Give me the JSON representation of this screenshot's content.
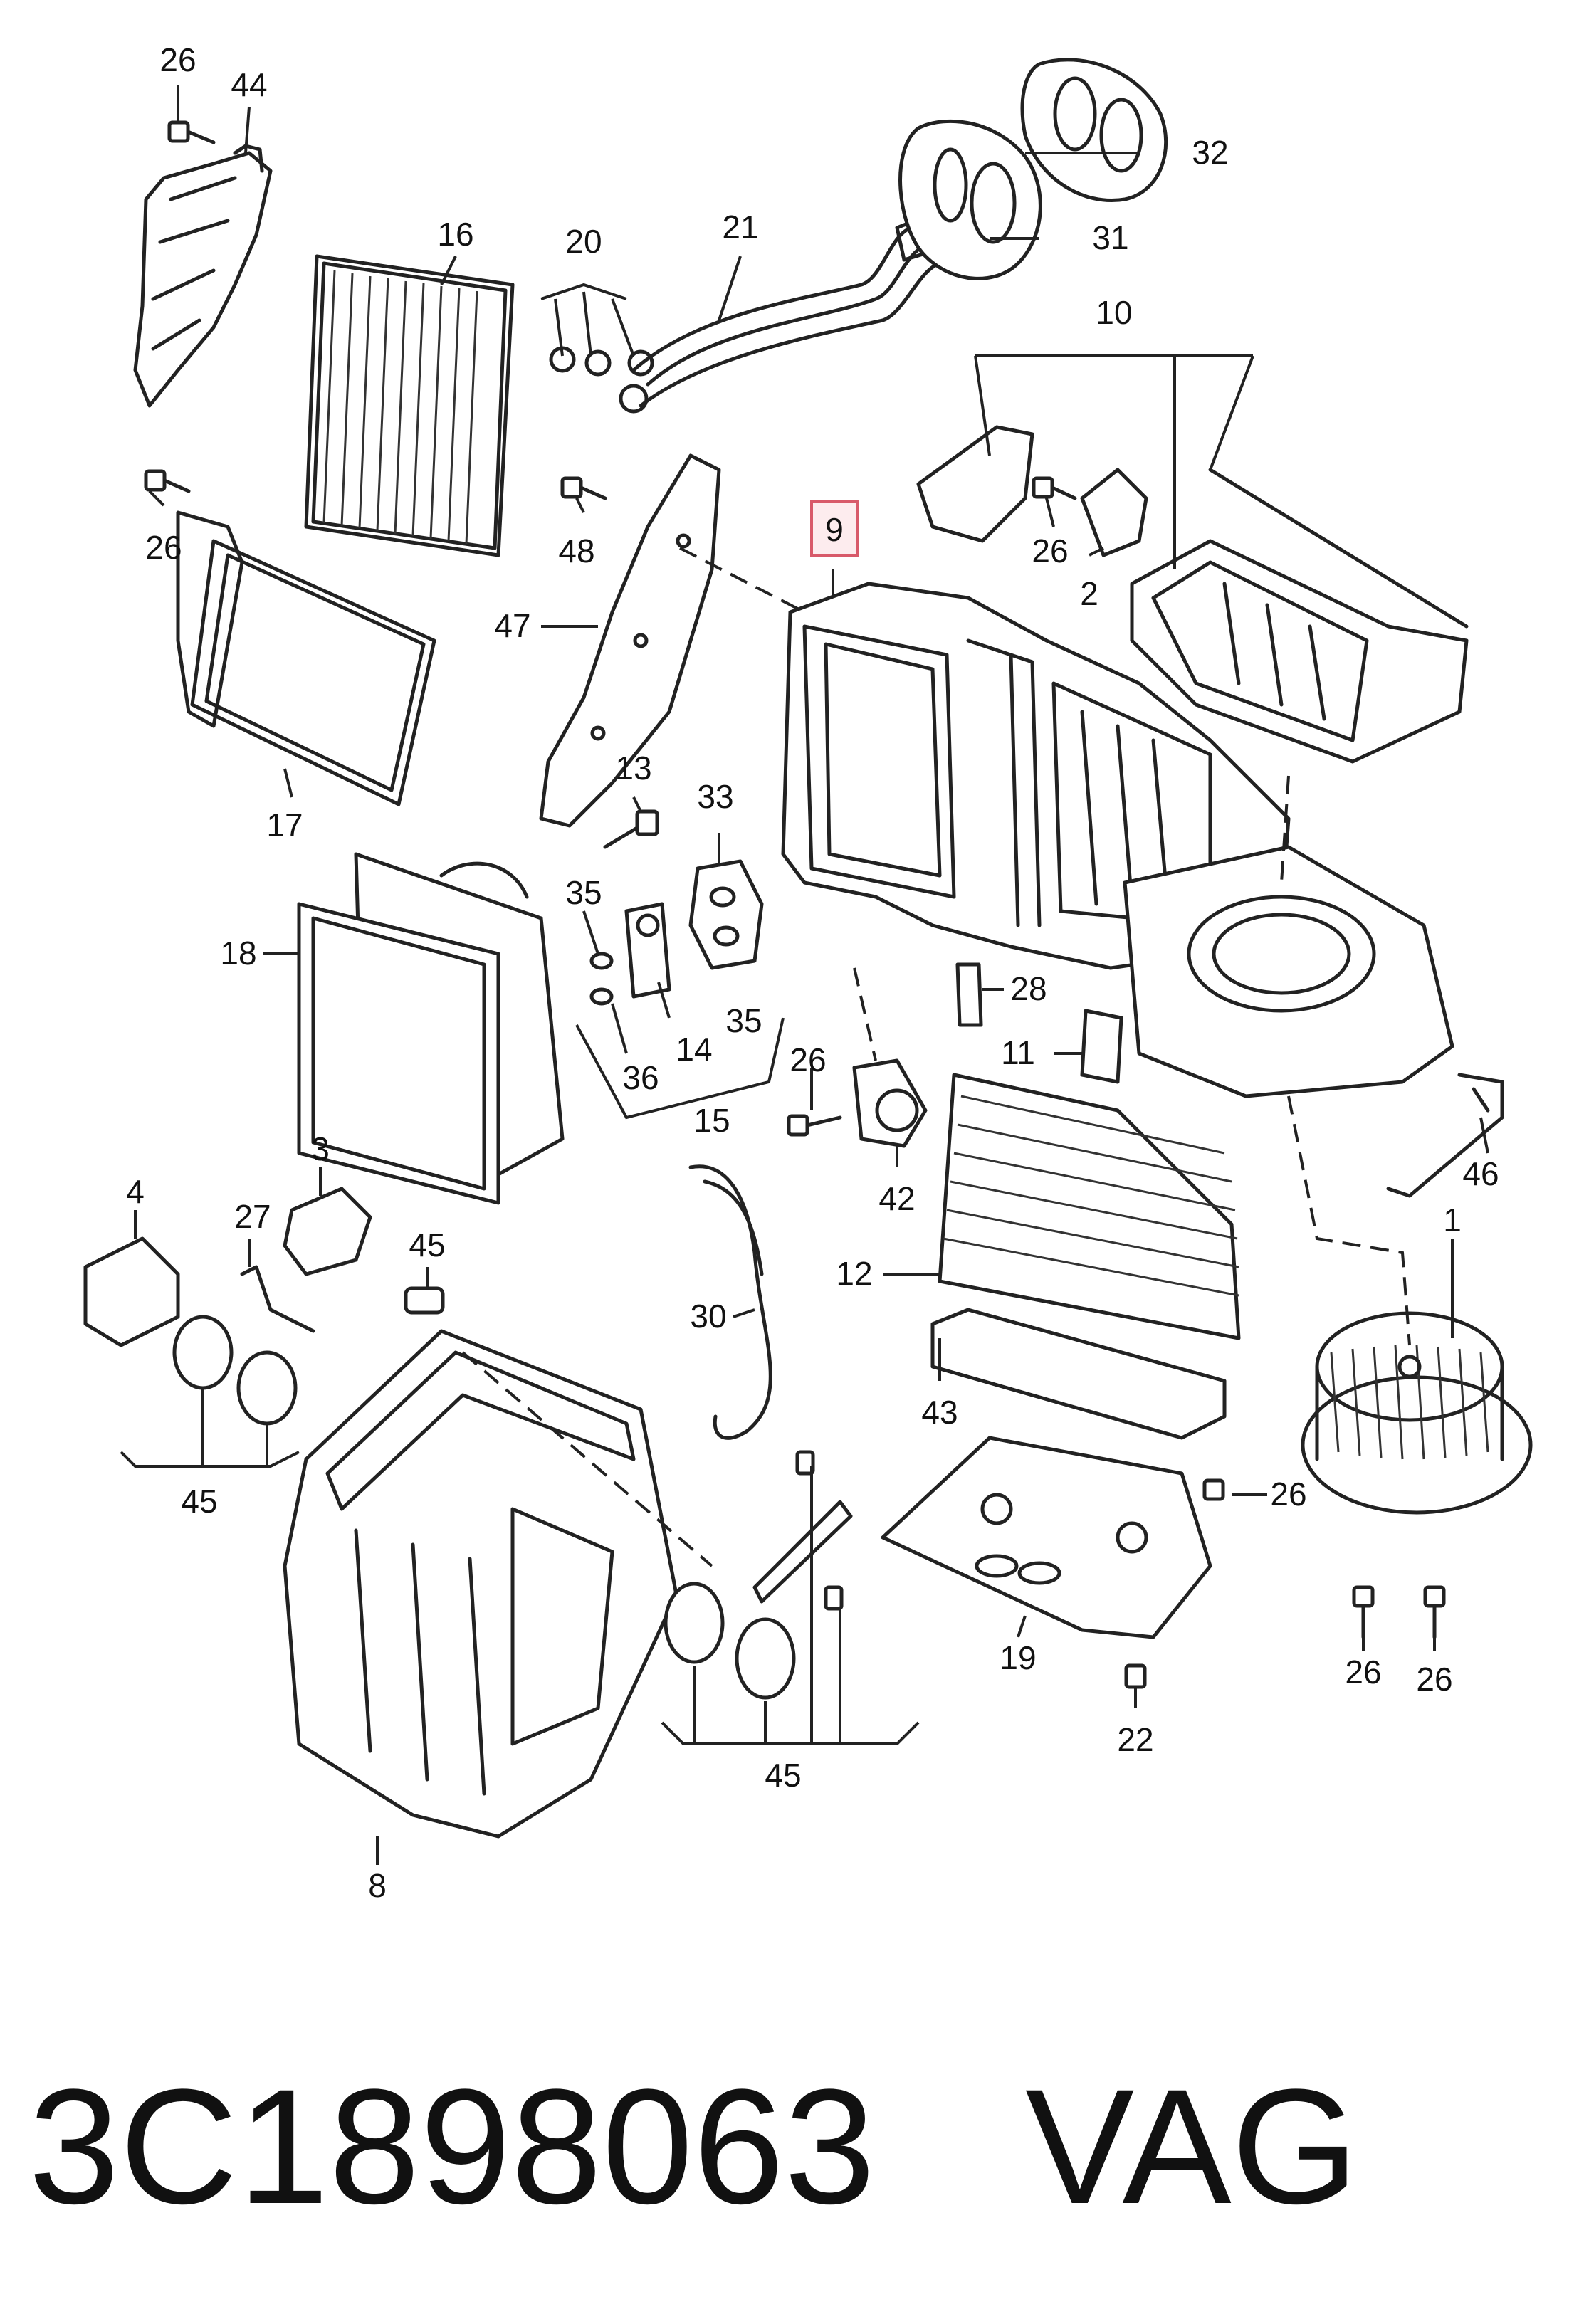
{
  "callouts": {
    "c1": "1",
    "c2": "2",
    "c3": "3",
    "c4": "4",
    "c8": "8",
    "c9": "9",
    "c10": "10",
    "c11": "11",
    "c12": "12",
    "c13": "13",
    "c14": "14",
    "c15": "15",
    "c16": "16",
    "c17": "17",
    "c18": "18",
    "c19": "19",
    "c20": "20",
    "c21": "21",
    "c22": "22",
    "c26a": "26",
    "c26b": "26",
    "c26c": "26",
    "c26d": "26",
    "c26e": "26",
    "c26f": "26",
    "c26g": "26",
    "c27": "27",
    "c28": "28",
    "c30": "30",
    "c31": "31",
    "c32": "32",
    "c33": "33",
    "c35a": "35",
    "c35b": "35",
    "c36": "36",
    "c42": "42",
    "c43": "43",
    "c44": "44",
    "c45a": "45",
    "c45b": "45",
    "c45c": "45",
    "c46": "46",
    "c47": "47",
    "c48": "48"
  },
  "highlighted_callout": "9",
  "footer": {
    "part_number": "3C1898063",
    "brand": "VAG"
  },
  "colors": {
    "line": "#222222",
    "highlight_fill": "#fdecee",
    "highlight_border": "#d85a6a"
  }
}
